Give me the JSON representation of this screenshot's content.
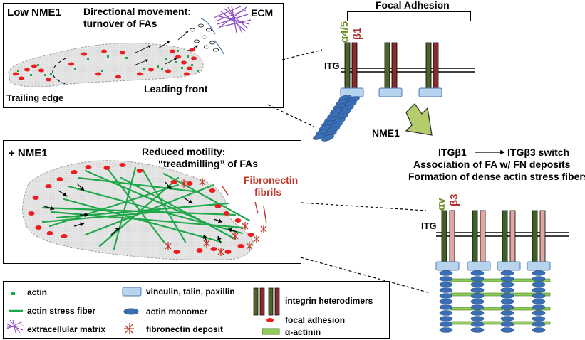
{
  "panel_low": {
    "title": "Low NME1",
    "subtitle_line1": "Directional movement:",
    "subtitle_line2": "turnover of FAs",
    "ecm_label": "ECM",
    "leading_label": "Leading front",
    "trailing_label": "Trailing edge"
  },
  "panel_high": {
    "title": "+ NME1",
    "subtitle_line1": "Reduced motility:",
    "subtitle_line2": "“treadmilling” of FAs",
    "fibronectin_line1": "Fibronectin",
    "fibronectin_line2": "fibrils"
  },
  "focal_adhesion": {
    "title": "Focal Adhesion",
    "itg_top": "ITG",
    "itg_bottom": "ITG",
    "alpha_top": "α4/5",
    "beta_top": "β1",
    "alpha_bottom": "αv",
    "beta_bottom": "β3"
  },
  "transition": {
    "nme1_label": "NME1",
    "switch_left": "ITGβ1",
    "switch_right": "ITGβ3 switch",
    "line2": "Association of FA w/ FN deposits",
    "line3": "Formation of dense actin stress fibers"
  },
  "legend": {
    "actin": "actin",
    "actin_stress_fiber": "actin stress fiber",
    "extracellular_matrix": "extracellular matrix",
    "vinculin": "vinculin, talin, paxillin",
    "actin_monomer": "actin monomer",
    "fibronectin_deposit": "fibronectin deposit",
    "integrin_heterodimers": "integrin heterodimers",
    "focal_adhesion": "focal adhesion",
    "alpha_actinin": "α-actinin"
  },
  "colors": {
    "alpha_integrin": "#4f6228",
    "beta1_integrin": "#8b2b2b",
    "alpha_v_integrin": "#3f5f24",
    "beta3_integrin": "#e3a7a3",
    "vinculin": "#b8d3ee",
    "actin_monomer": "#3a6fb5",
    "stress_fiber": "#1fa84a",
    "alpha_actinin": "#8fcc5a",
    "focal_adhesion": "#ee1c1c",
    "fibronectin": "#c0392b",
    "ecm": "#8a4bbd",
    "nme1_arrow": "#b5cc6c",
    "alpha_label": "#6b8e23",
    "beta_label": "#b03030"
  }
}
